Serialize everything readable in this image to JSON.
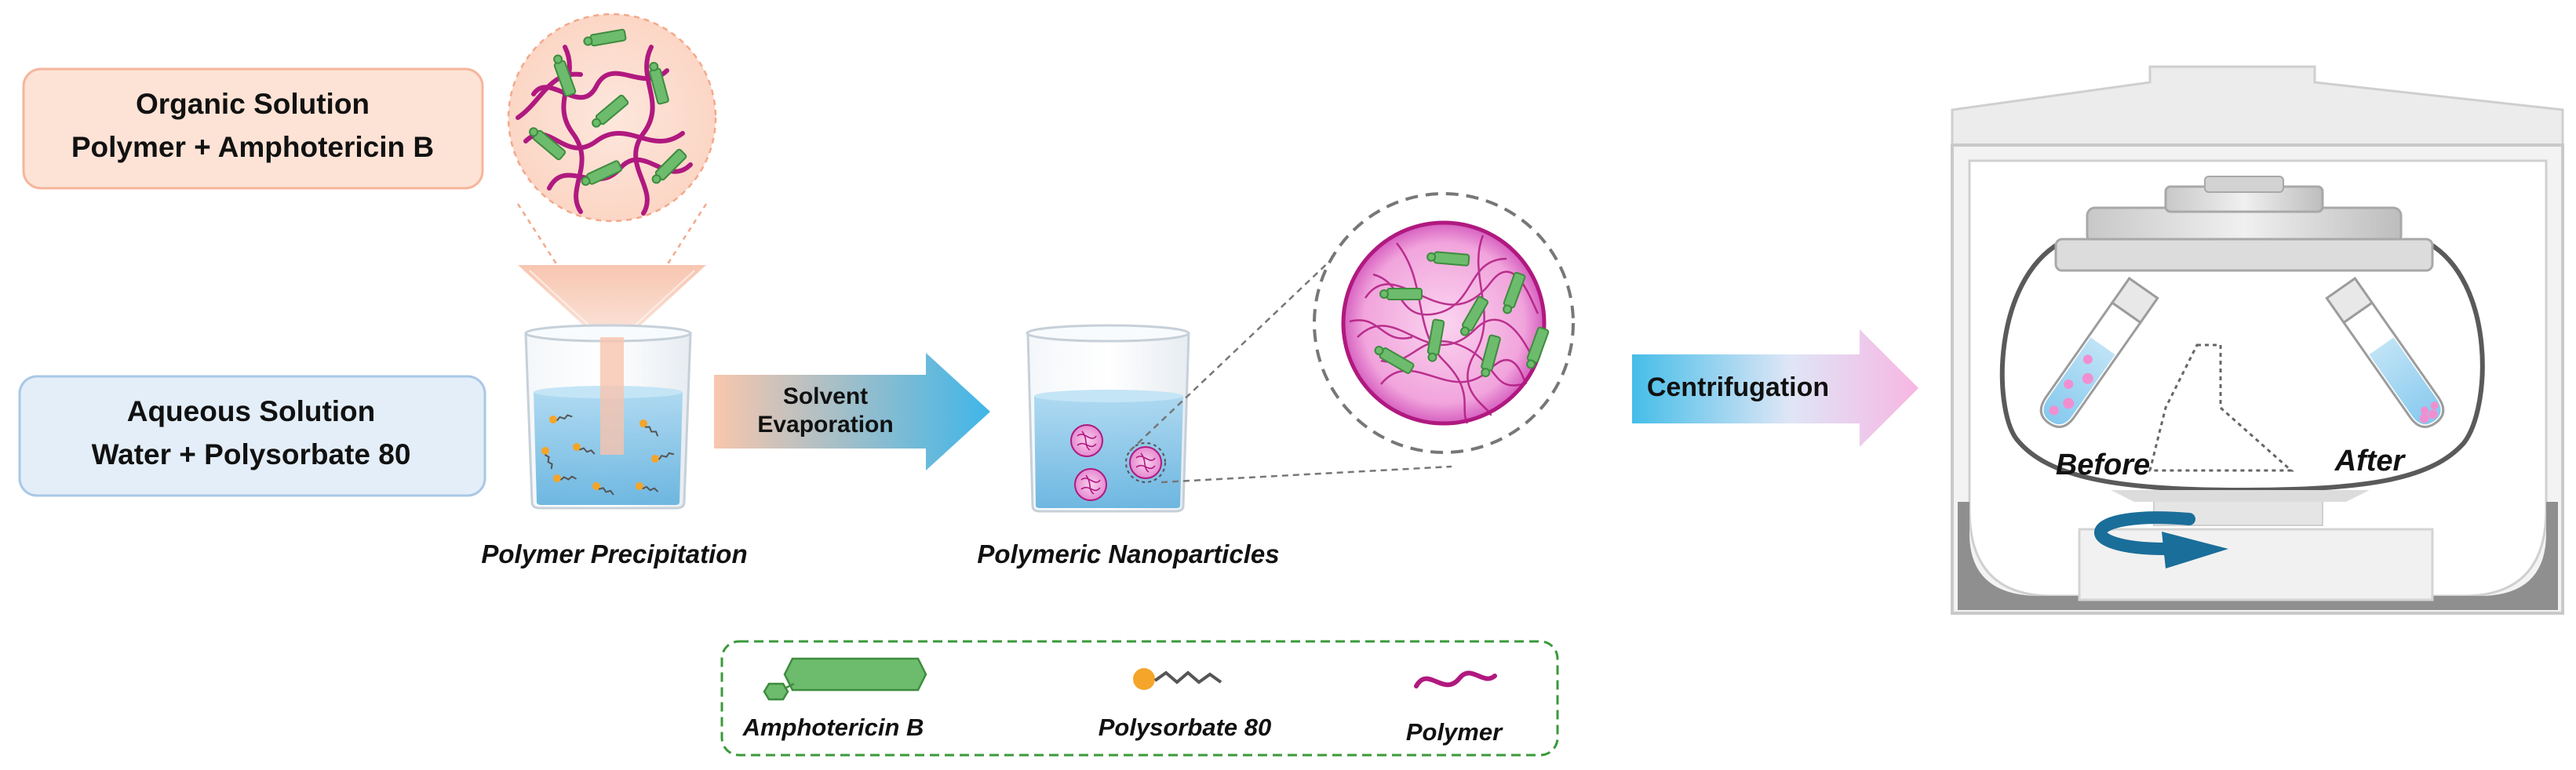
{
  "organic_solution": {
    "line1": "Organic Solution",
    "line2": "Polymer + Amphotericin B"
  },
  "aqueous_solution": {
    "line1": "Aqueous Solution",
    "line2": "Water + Polysorbate 80"
  },
  "step_solvent": {
    "line1": "Solvent",
    "line2": "Evaporation"
  },
  "step_centrifugation": "Centrifugation",
  "captions": {
    "precipitation": "Polymer Precipitation",
    "nanoparticles": "Polymeric Nanoparticles"
  },
  "tubes": {
    "before": "Before",
    "after": "After"
  },
  "legend": {
    "amphotericin": "Amphotericin B",
    "polysorbate": "Polysorbate 80",
    "polymer": "Polymer"
  },
  "colors": {
    "organic_box_fill": "#fde3d6",
    "organic_box_border": "#f6b59c",
    "aqueous_box_fill": "#e3eef8",
    "aqueous_box_border": "#a9c8e6",
    "polymer": "#b0197f",
    "amphotericin": "#6dbb6d",
    "polysorbate_head": "#f4a52a",
    "water": "#5fb3e0",
    "arrow_rotation": "#1a6e9a",
    "legend_border": "#3a9a3a"
  },
  "icons": [
    "beaker-icon",
    "funnel-icon",
    "magnifier-circle-icon",
    "centrifuge-icon",
    "rotation-arrow-icon",
    "test-tube-icon"
  ]
}
